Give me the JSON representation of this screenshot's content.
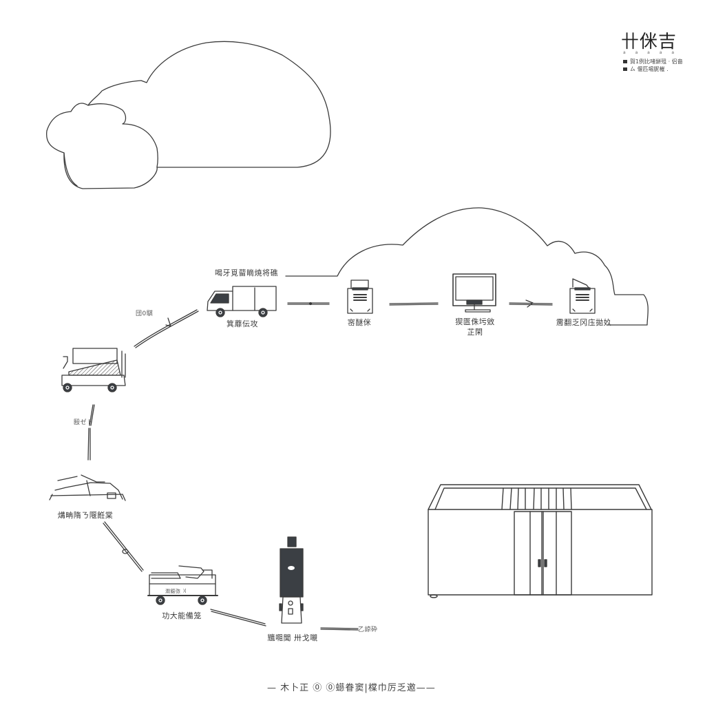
{
  "logo": {
    "title": "卄侎吉",
    "subtitle": "a  a  a  a  a",
    "lines": [
      "賀1例比啫鉼殂 · 侣啬",
      "ㄙ  偃匹埸胒槯 ."
    ]
  },
  "flow": {
    "top_label": "喝牙覓蒥䁤焼将礁",
    "nodes": [
      {
        "id": "truck",
        "label": "箕蘼伝攻",
        "icon": "delivery-truck-icon"
      },
      {
        "id": "printer-1",
        "label": "宻醚侎",
        "icon": "printer-icon"
      },
      {
        "id": "monitor",
        "label": "猰匫侏圬敓 芷閑",
        "icon": "monitor-icon"
      },
      {
        "id": "printer-2",
        "label": "霌翻乏冈庒拋奺",
        "icon": "printer-icon"
      },
      {
        "id": "forklift",
        "label": "",
        "icon": "forklift-icon"
      },
      {
        "id": "bed",
        "label": "煹畘隋ㄋ隁餁棠",
        "icon": "stretcher-icon"
      },
      {
        "id": "cart",
        "label": "功大能備笼",
        "icon": "cart-icon"
      },
      {
        "id": "device",
        "label": "兤唨聞 卅戈嚫",
        "icon": "handheld-device-icon"
      },
      {
        "id": "container",
        "label": "",
        "icon": "storage-container-icon"
      }
    ],
    "connector_labels": {
      "forklift_to_truck": "団0騏",
      "vertical": "殹ゼト",
      "device_out": "乙諒砕"
    },
    "cart_plate": "㵎鐚㢳 ꓀"
  },
  "footer": {
    "text": "— 木卜正   ⓪   ⓪䗹眷窦|橖巾厉乏邀——"
  },
  "colors": {
    "line": "#3a3a3a",
    "dark_fill": "#3b3f44",
    "background": "#ffffff"
  }
}
